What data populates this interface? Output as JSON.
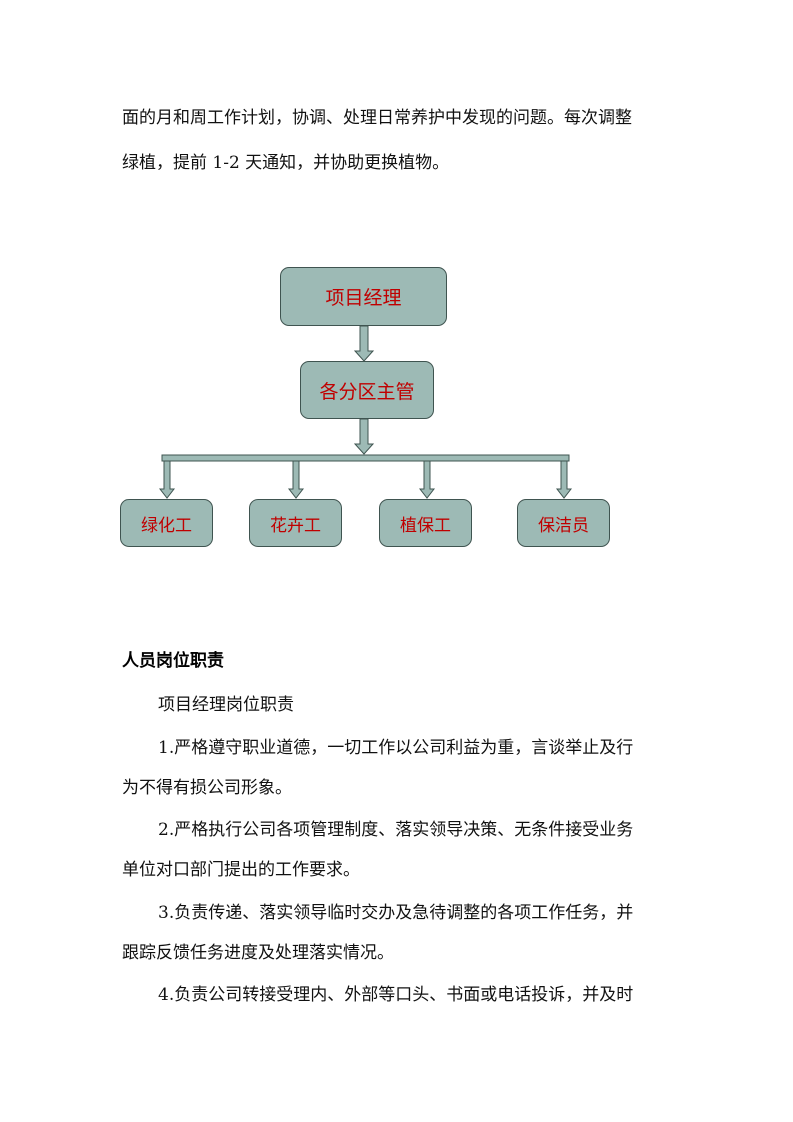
{
  "intro_paragraph": {
    "line1": "面的月和周工作计划，协调、处理日常养护中发现的问题。每次调整",
    "line2": "绿植，提前 1-2 天通知，并协助更换植物。"
  },
  "org_chart": {
    "top": "项目经理",
    "middle": "各分区主管",
    "children": [
      "绿化工",
      "花卉工",
      "植保工",
      "保洁员"
    ]
  },
  "section": {
    "heading": "人员岗位职责",
    "subheading": "项目经理岗位职责",
    "items": [
      {
        "line1": "1.严格遵守职业道德，一切工作以公司利益为重，言谈举止及行",
        "line2": "为不得有损公司形象。"
      },
      {
        "line1": "2.严格执行公司各项管理制度、落实领导决策、无条件接受业务",
        "line2": "单位对口部门提出的工作要求。"
      },
      {
        "line1": "3.负责传递、落实领导临时交办及急待调整的各项工作任务，并",
        "line2": "跟踪反馈任务进度及处理落实情况。"
      },
      {
        "line1": "4.负责公司转接受理内、外部等口头、书面或电话投诉，并及时",
        "line2": ""
      }
    ]
  },
  "colors": {
    "box_fill": "#9dbab5",
    "box_border": "#3f5450",
    "box_text": "#c00000"
  }
}
